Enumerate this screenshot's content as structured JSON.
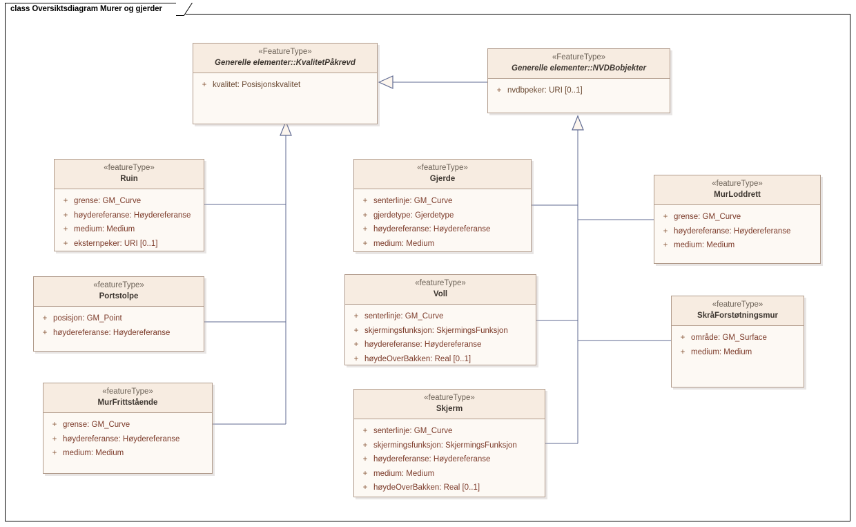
{
  "diagram": {
    "kind_label": "class",
    "title": "class Oversiktsdiagram Murer og gjerder",
    "name": "Oversiktsdiagram Murer og gjerder",
    "colors": {
      "class_border": "#b09a8a",
      "class_header_fill": "#f7ece1",
      "class_body_fill": "#fdf9f4",
      "attribute_text": "#7c3b2a",
      "connector": "#5f6a92",
      "frame_border": "#000000",
      "canvas": "#ffffff"
    }
  },
  "classes": [
    {
      "id": "kvalitetpaakrevd",
      "stereotype": "«FeatureType»",
      "name": "Generelle elementer::KvalitetPåkrevd",
      "italic": true,
      "attributes": [
        {
          "visibility": "+",
          "signature": "kvalitet: Posisjonskvalitet"
        }
      ]
    },
    {
      "id": "nvdbobjekter",
      "stereotype": "«FeatureType»",
      "name": "Generelle elementer::NVDBobjekter",
      "italic": true,
      "attributes": [
        {
          "visibility": "+",
          "signature": "nvdbpeker: URI [0..1]"
        }
      ]
    },
    {
      "id": "ruin",
      "stereotype": "«featureType»",
      "name": "Ruin",
      "italic": false,
      "attributes": [
        {
          "visibility": "+",
          "signature": "grense: GM_Curve"
        },
        {
          "visibility": "+",
          "signature": "høydereferanse: Høydereferanse"
        },
        {
          "visibility": "+",
          "signature": "medium: Medium"
        },
        {
          "visibility": "+",
          "signature": "eksternpeker: URI [0..1]"
        }
      ]
    },
    {
      "id": "portstolpe",
      "stereotype": "«featureType»",
      "name": "Portstolpe",
      "italic": false,
      "attributes": [
        {
          "visibility": "+",
          "signature": "posisjon: GM_Point"
        },
        {
          "visibility": "+",
          "signature": "høydereferanse: Høydereferanse"
        }
      ]
    },
    {
      "id": "murfrittstaende",
      "stereotype": "«featureType»",
      "name": "MurFrittstående",
      "italic": false,
      "attributes": [
        {
          "visibility": "+",
          "signature": "grense: GM_Curve"
        },
        {
          "visibility": "+",
          "signature": "høydereferanse: Høydereferanse"
        },
        {
          "visibility": "+",
          "signature": "medium: Medium"
        }
      ]
    },
    {
      "id": "gjerde",
      "stereotype": "«featureType»",
      "name": "Gjerde",
      "italic": false,
      "attributes": [
        {
          "visibility": "+",
          "signature": "senterlinje: GM_Curve"
        },
        {
          "visibility": "+",
          "signature": "gjerdetype: Gjerdetype"
        },
        {
          "visibility": "+",
          "signature": "høydereferanse: Høydereferanse"
        },
        {
          "visibility": "+",
          "signature": "medium: Medium"
        }
      ]
    },
    {
      "id": "voll",
      "stereotype": "«featureType»",
      "name": "Voll",
      "italic": false,
      "attributes": [
        {
          "visibility": "+",
          "signature": "senterlinje: GM_Curve"
        },
        {
          "visibility": "+",
          "signature": "skjermingsfunksjon: SkjermingsFunksjon"
        },
        {
          "visibility": "+",
          "signature": "høydereferanse: Høydereferanse"
        },
        {
          "visibility": "+",
          "signature": "høydeOverBakken: Real [0..1]"
        }
      ]
    },
    {
      "id": "skjerm",
      "stereotype": "«featureType»",
      "name": "Skjerm",
      "italic": false,
      "attributes": [
        {
          "visibility": "+",
          "signature": "senterlinje: GM_Curve"
        },
        {
          "visibility": "+",
          "signature": "skjermingsfunksjon: SkjermingsFunksjon"
        },
        {
          "visibility": "+",
          "signature": "høydereferanse: Høydereferanse"
        },
        {
          "visibility": "+",
          "signature": "medium: Medium"
        },
        {
          "visibility": "+",
          "signature": "høydeOverBakken: Real [0..1]"
        }
      ]
    },
    {
      "id": "murloddrett",
      "stereotype": "«featureType»",
      "name": "MurLoddrett",
      "italic": false,
      "attributes": [
        {
          "visibility": "+",
          "signature": "grense: GM_Curve"
        },
        {
          "visibility": "+",
          "signature": "høydereferanse: Høydereferanse"
        },
        {
          "visibility": "+",
          "signature": "medium: Medium"
        }
      ]
    },
    {
      "id": "skraaforstotningsmur",
      "stereotype": "«featureType»",
      "name": "SkråForstøtningsmur",
      "italic": false,
      "attributes": [
        {
          "visibility": "+",
          "signature": "område: GM_Surface"
        },
        {
          "visibility": "+",
          "signature": "medium: Medium"
        }
      ]
    }
  ],
  "relationships": [
    {
      "type": "generalization",
      "source": "nvdbobjekter",
      "target": "kvalitetpaakrevd"
    },
    {
      "type": "generalization",
      "source": "ruin",
      "target": "kvalitetpaakrevd"
    },
    {
      "type": "generalization",
      "source": "portstolpe",
      "target": "kvalitetpaakrevd"
    },
    {
      "type": "generalization",
      "source": "murfrittstaende",
      "target": "kvalitetpaakrevd"
    },
    {
      "type": "generalization",
      "source": "gjerde",
      "target": "nvdbobjekter"
    },
    {
      "type": "generalization",
      "source": "voll",
      "target": "nvdbobjekter"
    },
    {
      "type": "generalization",
      "source": "skjerm",
      "target": "nvdbobjekter"
    },
    {
      "type": "generalization",
      "source": "murloddrett",
      "target": "nvdbobjekter"
    },
    {
      "type": "generalization",
      "source": "skraaforstotningsmur",
      "target": "nvdbobjekter"
    }
  ]
}
